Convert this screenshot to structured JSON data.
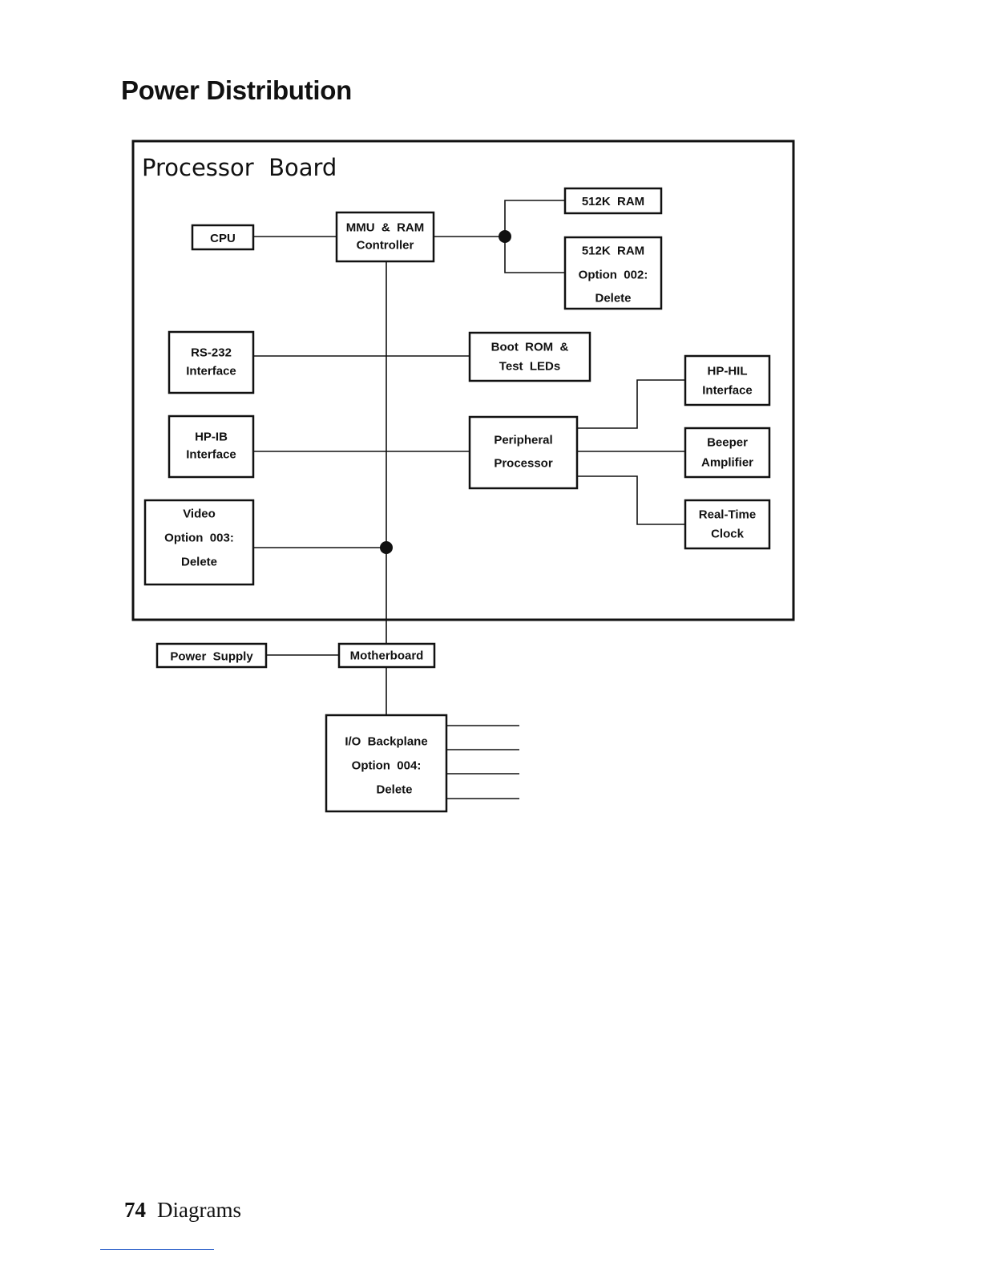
{
  "page": {
    "heading": "Power Distribution",
    "footer_page_number": "74",
    "footer_section": "Diagrams"
  },
  "diagram": {
    "board_title": "Processor  Board",
    "blocks": {
      "cpu": [
        "CPU"
      ],
      "mmu": [
        "MMU  &  RAM",
        "Controller"
      ],
      "ram1": [
        "512K  RAM"
      ],
      "ram2": [
        "512K  RAM",
        "Option  002:",
        "Delete"
      ],
      "rs232": [
        "RS-232",
        "Interface"
      ],
      "bootrom": [
        "Boot  ROM  &",
        "Test  LEDs"
      ],
      "hpil": [
        "HP-HIL",
        "Interface"
      ],
      "hpib": [
        "HP-IB",
        "Interface"
      ],
      "periph": [
        "Peripheral",
        "Processor"
      ],
      "beeper": [
        "Beeper",
        "Amplifier"
      ],
      "video": [
        "Video",
        "Option  003:",
        "Delete"
      ],
      "rtc": [
        "Real-Time",
        "Clock"
      ],
      "power": [
        "Power  Supply"
      ],
      "mother": [
        "Motherboard"
      ],
      "iobp": [
        "I/O  Backplane",
        "Option  004:",
        "Delete"
      ]
    }
  }
}
